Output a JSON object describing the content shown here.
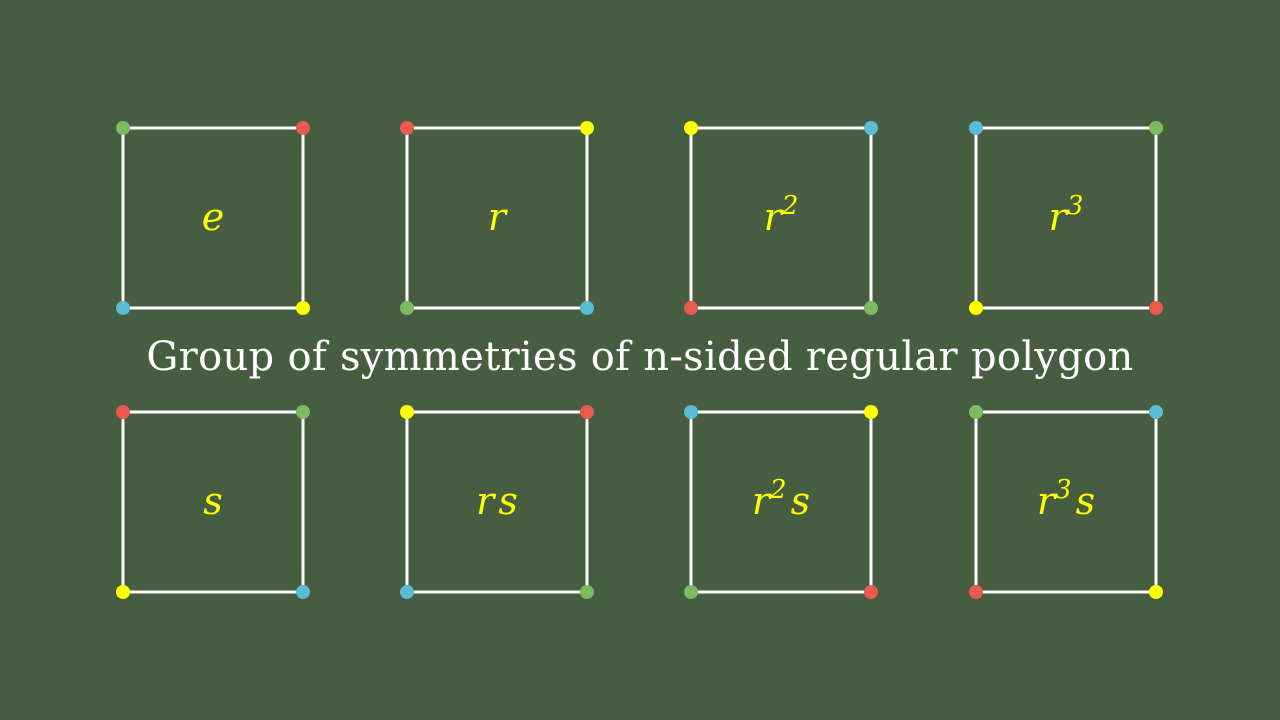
{
  "caption": "Group of symmetries of n-sided regular polygon",
  "colors": {
    "background": "#465d41",
    "edge": "#ffffff",
    "label": "#ffff00",
    "vertex_green": "#7cbb62",
    "vertex_red": "#e8594f",
    "vertex_yellow": "#ffff00",
    "vertex_blue": "#5bbcd6"
  },
  "squares": [
    {
      "row": 0,
      "col": 0,
      "base": "e",
      "exp": "",
      "suffix": "",
      "corners": {
        "tl": "green",
        "tr": "red",
        "bl": "blue",
        "br": "yellow"
      }
    },
    {
      "row": 0,
      "col": 1,
      "base": "r",
      "exp": "",
      "suffix": "",
      "corners": {
        "tl": "red",
        "tr": "yellow",
        "bl": "green",
        "br": "blue"
      }
    },
    {
      "row": 0,
      "col": 2,
      "base": "r",
      "exp": "2",
      "suffix": "",
      "corners": {
        "tl": "yellow",
        "tr": "blue",
        "bl": "red",
        "br": "green"
      }
    },
    {
      "row": 0,
      "col": 3,
      "base": "r",
      "exp": "3",
      "suffix": "",
      "corners": {
        "tl": "blue",
        "tr": "green",
        "bl": "yellow",
        "br": "red"
      }
    },
    {
      "row": 1,
      "col": 0,
      "base": "s",
      "exp": "",
      "suffix": "",
      "corners": {
        "tl": "red",
        "tr": "green",
        "bl": "yellow",
        "br": "blue"
      }
    },
    {
      "row": 1,
      "col": 1,
      "base": "r",
      "exp": "",
      "suffix": "s",
      "corners": {
        "tl": "yellow",
        "tr": "red",
        "bl": "blue",
        "br": "green"
      }
    },
    {
      "row": 1,
      "col": 2,
      "base": "r",
      "exp": "2",
      "suffix": "s",
      "corners": {
        "tl": "blue",
        "tr": "yellow",
        "bl": "green",
        "br": "red"
      }
    },
    {
      "row": 1,
      "col": 3,
      "base": "r",
      "exp": "3",
      "suffix": "s",
      "corners": {
        "tl": "green",
        "tr": "blue",
        "bl": "red",
        "br": "yellow"
      }
    }
  ]
}
